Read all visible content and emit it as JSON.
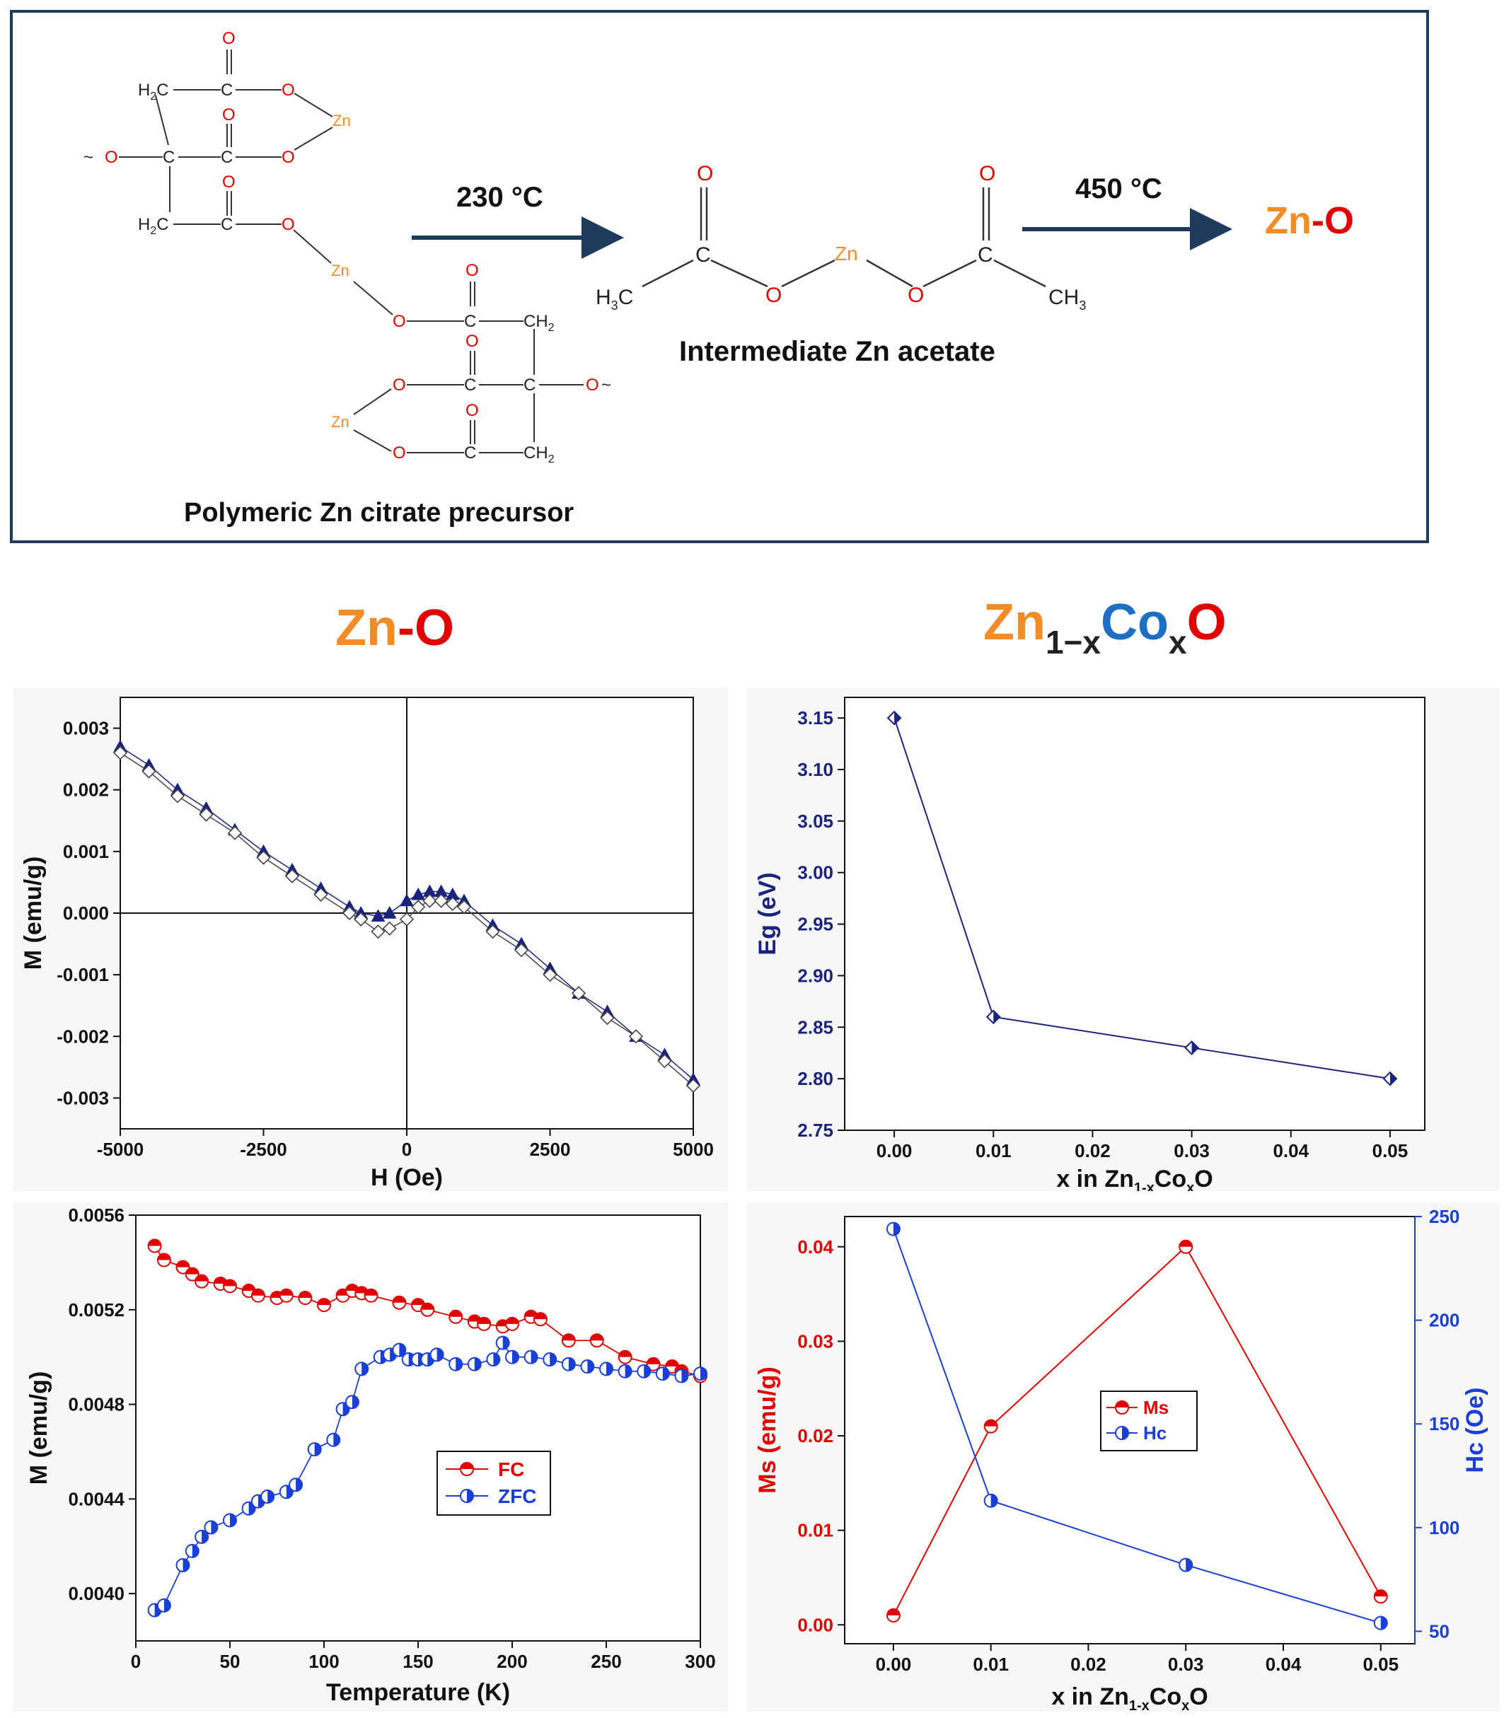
{
  "scheme": {
    "step1_temp": "230 °C",
    "step2_temp": "450 °C",
    "precursor_label": "Polymeric Zn citrate precursor",
    "intermediate_label": "Intermediate Zn acetate",
    "product_zn": "Zn",
    "product_dash": "-",
    "product_o": "O",
    "colors": {
      "zn": "#f28c28",
      "oxygen": "#e00000",
      "arrow": "#1f3a5a"
    }
  },
  "headers": {
    "left": {
      "zn": "Zn",
      "dash": "-",
      "o": "O"
    },
    "right": {
      "zn": "Zn",
      "sub1": "1−x",
      "co": "Co",
      "sub2": "x",
      "o": "O"
    },
    "colors": {
      "zn": "#f28c28",
      "co": "#1e6fc4",
      "o": "#e00000",
      "sub": "#222222"
    }
  },
  "chart_data": [
    {
      "id": "mh",
      "type": "scatter",
      "xlabel": "H (Oe)",
      "ylabel": "M (emu/g)",
      "xlim": [
        -5000,
        5000
      ],
      "ylim": [
        -0.0035,
        0.0035
      ],
      "xticks": [
        -5000,
        -2500,
        0,
        2500,
        5000
      ],
      "xtick_labels": [
        "-5000",
        "-2500",
        "0",
        "2500",
        "5000"
      ],
      "yticks": [
        -0.003,
        -0.002,
        -0.001,
        0.0,
        0.001,
        0.002,
        0.003
      ],
      "ytick_labels": [
        "-0.003",
        "-0.002",
        "-0.001",
        "0.000",
        "0.001",
        "0.002",
        "0.003"
      ],
      "series": [
        {
          "marker": "filled-triangle",
          "color": "#1a237e",
          "x": [
            -5000,
            -4500,
            -4000,
            -3500,
            -3000,
            -2500,
            -2000,
            -1500,
            -1000,
            -800,
            -500,
            -300,
            0,
            200,
            400,
            600,
            800,
            1000,
            1500,
            2000,
            2500,
            3000,
            3500,
            4000,
            4500,
            5000
          ],
          "y": [
            0.0027,
            0.0024,
            0.002,
            0.0017,
            0.00135,
            0.001,
            0.0007,
            0.0004,
            0.0001,
            0.0,
            -5e-05,
            0.0,
            0.0002,
            0.0003,
            0.00035,
            0.00035,
            0.0003,
            0.0002,
            -0.0002,
            -0.0005,
            -0.0009,
            -0.0013,
            -0.0016,
            -0.002,
            -0.0023,
            -0.0027
          ]
        },
        {
          "marker": "open-diamond",
          "color": "#444444",
          "x": [
            -5000,
            -4500,
            -4000,
            -3500,
            -3000,
            -2500,
            -2000,
            -1500,
            -1000,
            -800,
            -500,
            -300,
            0,
            200,
            400,
            600,
            800,
            1000,
            1500,
            2000,
            2500,
            3000,
            3500,
            4000,
            4500,
            5000
          ],
          "y": [
            0.0026,
            0.0023,
            0.0019,
            0.0016,
            0.0013,
            0.0009,
            0.0006,
            0.0003,
            0.0,
            -0.0001,
            -0.0003,
            -0.00025,
            -0.0001,
            0.0001,
            0.0002,
            0.0002,
            0.00015,
            0.0001,
            -0.0003,
            -0.0006,
            -0.001,
            -0.0013,
            -0.0017,
            -0.002,
            -0.0024,
            -0.0028
          ]
        }
      ]
    },
    {
      "id": "mt",
      "type": "line",
      "xlabel": "Temperature (K)",
      "ylabel": "M (emu/g)",
      "xlim": [
        0,
        300
      ],
      "ylim": [
        0.0038,
        0.0056
      ],
      "xticks": [
        0,
        50,
        100,
        150,
        200,
        250,
        300
      ],
      "xtick_labels": [
        "0",
        "50",
        "100",
        "150",
        "200",
        "250",
        "300"
      ],
      "yticks": [
        0.004,
        0.0044,
        0.0048,
        0.0052,
        0.0056
      ],
      "ytick_labels": [
        "0.0040",
        "0.0044",
        "0.0048",
        "0.0052",
        "0.0056"
      ],
      "legend_position": "center",
      "series": [
        {
          "name": "FC",
          "color": "#e00000",
          "marker": "half-circle",
          "x": [
            10,
            15,
            25,
            30,
            35,
            45,
            50,
            60,
            65,
            75,
            80,
            90,
            100,
            110,
            115,
            120,
            125,
            140,
            150,
            155,
            170,
            180,
            185,
            195,
            200,
            210,
            215,
            230,
            245,
            260,
            275,
            285,
            290,
            300
          ],
          "y": [
            0.00547,
            0.00541,
            0.00538,
            0.00535,
            0.00532,
            0.00531,
            0.0053,
            0.00528,
            0.00526,
            0.00525,
            0.00526,
            0.00525,
            0.00522,
            0.00526,
            0.00528,
            0.00527,
            0.00526,
            0.00523,
            0.00522,
            0.0052,
            0.00517,
            0.00515,
            0.00514,
            0.00513,
            0.00514,
            0.00517,
            0.00516,
            0.00507,
            0.00507,
            0.005,
            0.00497,
            0.00496,
            0.00494,
            0.00492
          ]
        },
        {
          "name": "ZFC",
          "color": "#1a3fd6",
          "marker": "half-circle",
          "x": [
            10,
            15,
            25,
            30,
            35,
            40,
            50,
            60,
            65,
            70,
            80,
            85,
            95,
            105,
            110,
            115,
            120,
            130,
            135,
            140,
            145,
            150,
            155,
            160,
            170,
            180,
            190,
            195,
            200,
            210,
            220,
            230,
            240,
            250,
            260,
            270,
            280,
            290,
            300
          ],
          "y": [
            0.00393,
            0.00395,
            0.00412,
            0.00418,
            0.00424,
            0.00428,
            0.00431,
            0.00436,
            0.00439,
            0.00441,
            0.00443,
            0.00446,
            0.00461,
            0.00465,
            0.00478,
            0.00481,
            0.00495,
            0.005,
            0.00501,
            0.00503,
            0.00499,
            0.00499,
            0.00499,
            0.00501,
            0.00497,
            0.00497,
            0.00499,
            0.00506,
            0.005,
            0.005,
            0.00499,
            0.00497,
            0.00496,
            0.00495,
            0.00494,
            0.00494,
            0.00493,
            0.00492,
            0.00493
          ]
        }
      ]
    },
    {
      "id": "eg",
      "type": "line",
      "xlabel_main": "x in Zn",
      "xlabel_sub1": "1-x",
      "xlabel_mid": "Co",
      "xlabel_sub2": "x",
      "xlabel_end": "O",
      "ylabel": "Eg (eV)",
      "xlim": [
        -0.005,
        0.0535
      ],
      "ylim": [
        2.75,
        3.17
      ],
      "xticks": [
        0.0,
        0.01,
        0.02,
        0.03,
        0.04,
        0.05
      ],
      "xtick_labels": [
        "0.00",
        "0.01",
        "0.02",
        "0.03",
        "0.04",
        "0.05"
      ],
      "yticks": [
        2.75,
        2.8,
        2.85,
        2.9,
        2.95,
        3.0,
        3.05,
        3.1,
        3.15
      ],
      "ytick_labels": [
        "2.75",
        "2.80",
        "2.85",
        "2.90",
        "2.95",
        "3.00",
        "3.05",
        "3.10",
        "3.15"
      ],
      "series": [
        {
          "color": "#1a237e",
          "marker": "half-diamond",
          "x": [
            0.0,
            0.01,
            0.03,
            0.05
          ],
          "y": [
            3.15,
            2.86,
            2.83,
            2.8
          ]
        }
      ]
    },
    {
      "id": "ms-hc",
      "type": "line",
      "xlabel_main": "x in Zn",
      "xlabel_sub1": "1-x",
      "xlabel_mid": "Co",
      "xlabel_sub2": "x",
      "xlabel_end": "O",
      "ylabel": "Ms (emu/g)",
      "ylabel_right": "Hc (Oe)",
      "xlim": [
        -0.005,
        0.0535
      ],
      "ylim": [
        -0.002,
        0.0432
      ],
      "ylim_right": [
        44,
        250
      ],
      "xticks": [
        0.0,
        0.01,
        0.02,
        0.03,
        0.04,
        0.05
      ],
      "xtick_labels": [
        "0.00",
        "0.01",
        "0.02",
        "0.03",
        "0.04",
        "0.05"
      ],
      "yticks": [
        0.0,
        0.01,
        0.02,
        0.03,
        0.04
      ],
      "ytick_labels": [
        "0.00",
        "0.01",
        "0.02",
        "0.03",
        "0.04"
      ],
      "yticks_right": [
        50,
        100,
        150,
        200,
        250
      ],
      "ytick_labels_right": [
        "50",
        "100",
        "150",
        "200",
        "250"
      ],
      "legend_position": "center",
      "series": [
        {
          "name": "Ms",
          "color": "#e00000",
          "axis": "left",
          "x": [
            0.0,
            0.01,
            0.03,
            0.05
          ],
          "y": [
            0.001,
            0.021,
            0.04,
            0.003
          ]
        },
        {
          "name": "Hc",
          "color": "#1a3fd6",
          "axis": "right",
          "x": [
            0.0,
            0.01,
            0.03,
            0.05
          ],
          "y": [
            244,
            113,
            82,
            54
          ]
        }
      ]
    }
  ]
}
